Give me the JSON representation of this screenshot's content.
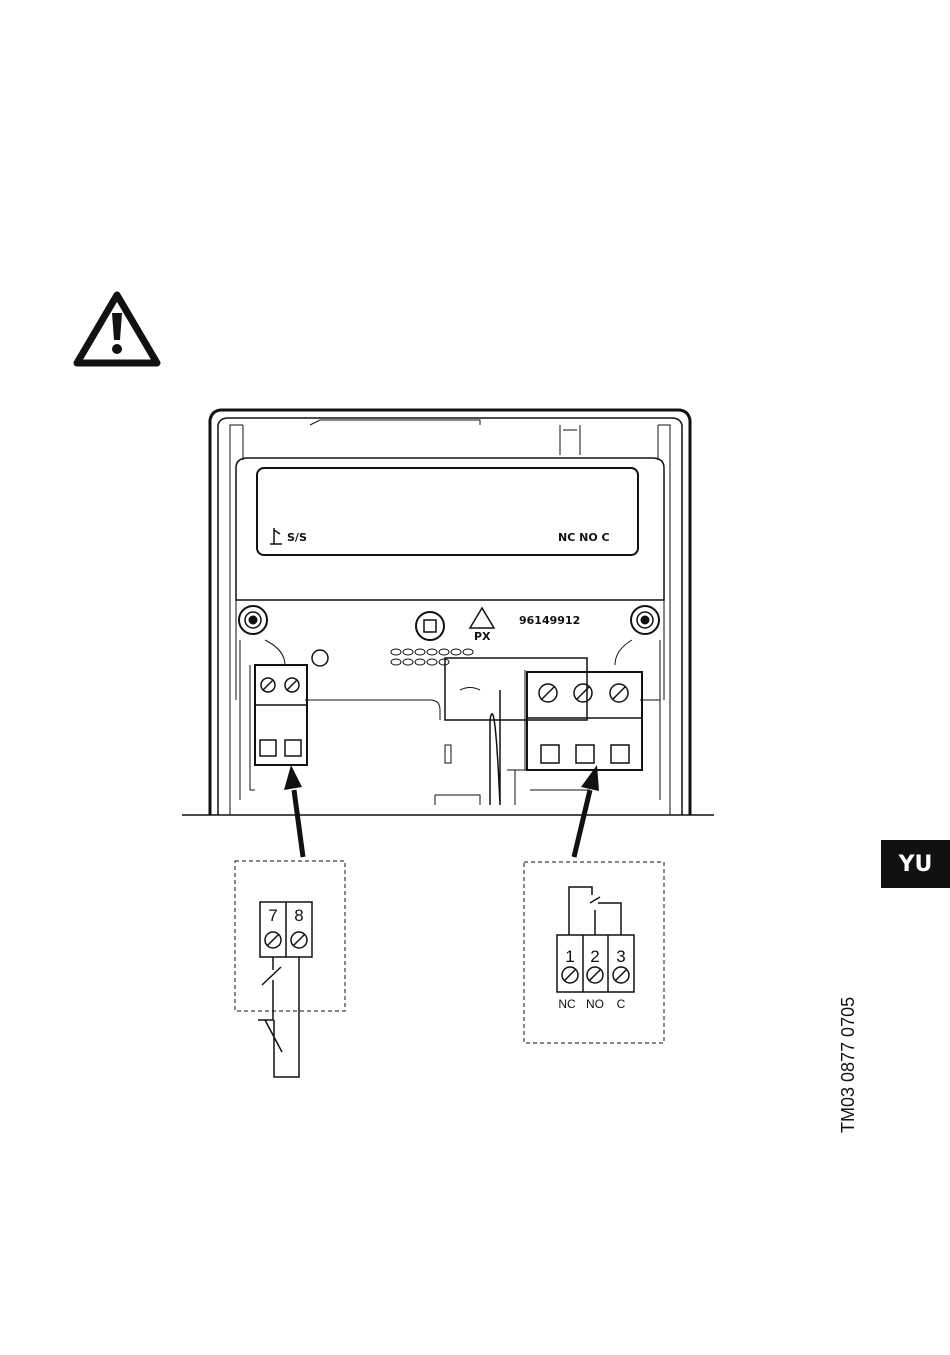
{
  "device": {
    "label_left": "S/S",
    "label_right": "NC NO C",
    "serial": "96149912",
    "recycle_code": "PX"
  },
  "start_stop_terminal": {
    "numbers": [
      "7",
      "8"
    ]
  },
  "relay_terminal": {
    "numbers": [
      "1",
      "2",
      "3"
    ],
    "names": [
      "NC",
      "NO",
      "C"
    ]
  },
  "language_tab": "YU",
  "document_code": "TM03 0877 0705",
  "icons": [
    "warning-icon"
  ]
}
